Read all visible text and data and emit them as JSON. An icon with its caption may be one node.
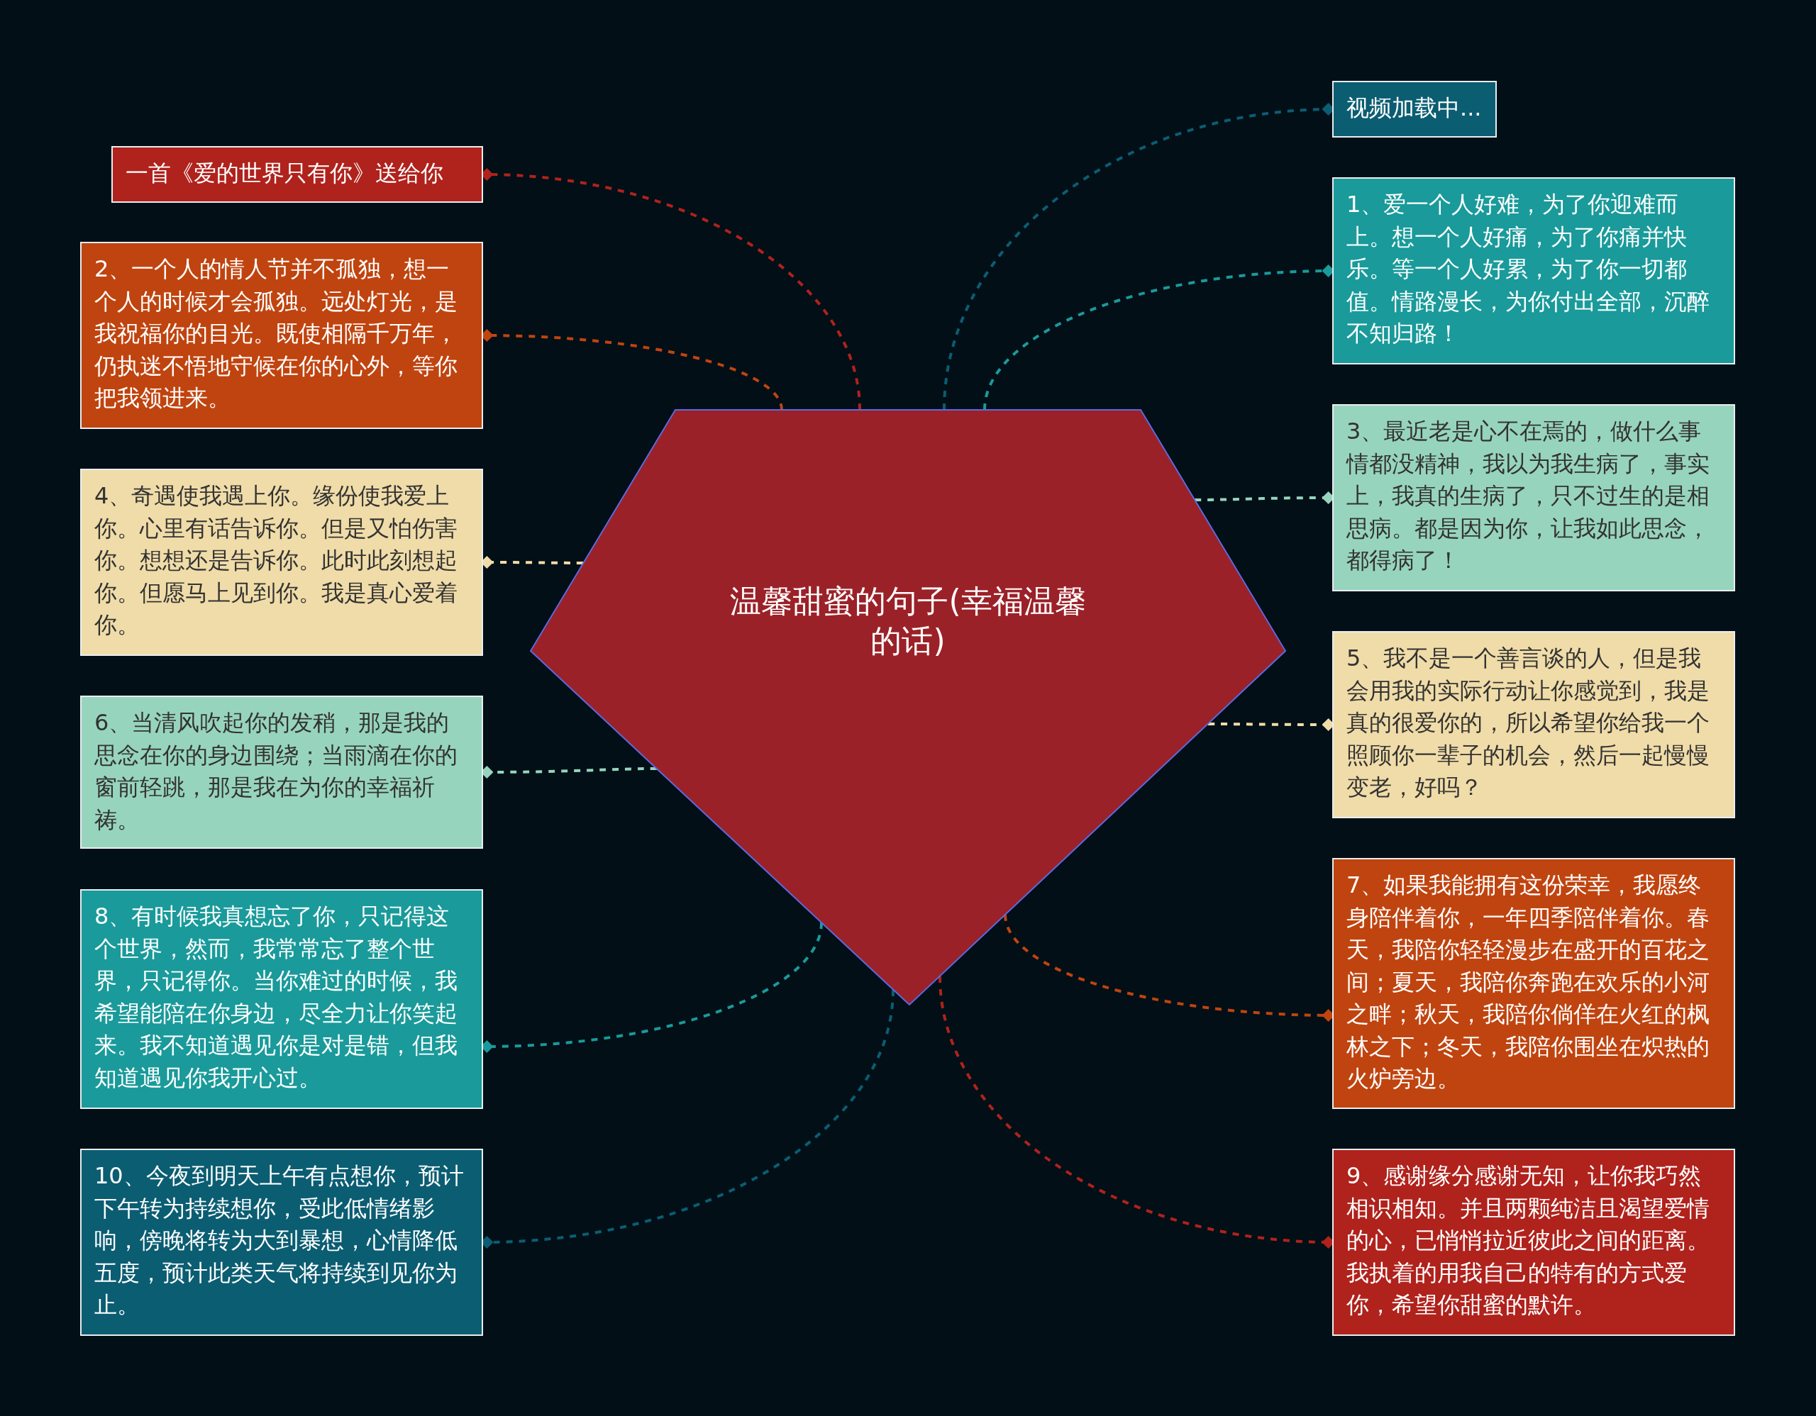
{
  "diagram": {
    "nodes": [
      {
        "text": [
          "温馨甜蜜的句子(幸福温馨的话)"
        ]
      },
      {
        "text": [
          "视频加载中..."
        ]
      },
      {
        "text": [
          "一首《爱的世界只有你》送给你"
        ]
      },
      {
        "text": [
          "1、爱一个人好难，为了你迎难而上。想一个人好痛，为了你痛并快乐。等一个人好累，为了你一切都值。情路漫长，为你付出全部，沉醉不知归路！"
        ]
      },
      {
        "text": [
          "2、一个人的情人节并不孤独，想一个人的时候才会孤独。远处灯光，是我祝福你的目光。既使相隔千万年，仍执迷不悟地守候在你的心外，等你把我领进来。"
        ]
      },
      {
        "text": [
          "3、最近老是心不在焉的，做什么事情都没精神，我以为我生病了，事实上，我真的生病了，只不过生的是相思病。都是因为你，让我如此思念，都得病了！"
        ]
      },
      {
        "text": [
          "4、奇遇使我遇上你。缘份使我爱上你。心里有话告诉你。但是又怕伤害你。想想还是告诉你。此时此刻想起你。但愿马上见到你。我是真心爱着你。"
        ]
      },
      {
        "text": [
          "5、我不是一个善言谈的人，但是我会用我的实际行动让你感觉到，我是真的很爱你的，所以希望你给我一个照顾你一辈子的机会，然后一起慢慢变老，好吗？"
        ]
      },
      {
        "text": [
          "6、当清风吹起你的发稍，那是我的思念在你的身边围绕；当雨滴在你的窗前轻跳，那是我在为你的幸福祈祷。"
        ]
      },
      {
        "text": [
          "7、如果我能拥有这份荣幸，我愿终身陪伴着你，一年四季陪伴着你。春天，我陪你轻轻漫步在盛开的百花之间；夏天，我陪你奔跑在欢乐的小河之畔；秋天，我陪你倘佯在火红的枫林之下；冬天，我陪你围坐在炽热的火炉旁边。"
        ]
      },
      {
        "text": [
          "8、有时候我真想忘了你，只记得这个世界，然而，我常常忘了整个世界，只记得你。当你难过的时候，我希望能陪在你身边，尽全力让你笑起来。我不知道遇见你是对是错，但我知道遇见你我开心过。"
        ]
      },
      {
        "text": [
          "9、感谢缘分感谢无知，让你我巧然相识相知。并且两颗纯洁且渴望爱情的心，已悄悄拉近彼此之间的距离。我执着的用我自己的特有的方式爱你，希望你甜蜜的默许。"
        ]
      },
      {
        "text": [
          "10、今夜到明天上午有点想你，预计下午转为持续想你，受此低情绪影响，傍晚将转为大到暴想，心情降低五度，预计此类天气将持续到见你为止。"
        ]
      }
    ],
    "edges": [
      {
        "from": 0,
        "to": 1,
        "arrow": "other",
        "style": "dashed",
        "color": "#0b5d72"
      },
      {
        "from": 0,
        "to": 2,
        "arrow": "other",
        "style": "dashed",
        "color": "#b0221c"
      },
      {
        "from": 0,
        "to": 3,
        "arrow": "other",
        "style": "dashed",
        "color": "#1a9a9a"
      },
      {
        "from": 0,
        "to": 4,
        "arrow": "other",
        "style": "dashed",
        "color": "#c0440f"
      },
      {
        "from": 0,
        "to": 5,
        "arrow": "other",
        "style": "dashed",
        "color": "#97d4be"
      },
      {
        "from": 0,
        "to": 6,
        "arrow": "other",
        "style": "dashed",
        "color": "#f0dca8"
      },
      {
        "from": 0,
        "to": 7,
        "arrow": "other",
        "style": "dashed",
        "color": "#f0dca8"
      },
      {
        "from": 0,
        "to": 8,
        "arrow": "other",
        "style": "dashed",
        "color": "#97d4be"
      },
      {
        "from": 0,
        "to": 9,
        "arrow": "other",
        "style": "dashed",
        "color": "#c0440f"
      },
      {
        "from": 0,
        "to": 10,
        "arrow": "other",
        "style": "dashed",
        "color": "#1a9a9a"
      },
      {
        "from": 0,
        "to": 11,
        "arrow": "other",
        "style": "dashed",
        "color": "#b0221c"
      },
      {
        "from": 0,
        "to": 12,
        "arrow": "other",
        "style": "dashed",
        "color": "#0b5d72"
      }
    ]
  }
}
